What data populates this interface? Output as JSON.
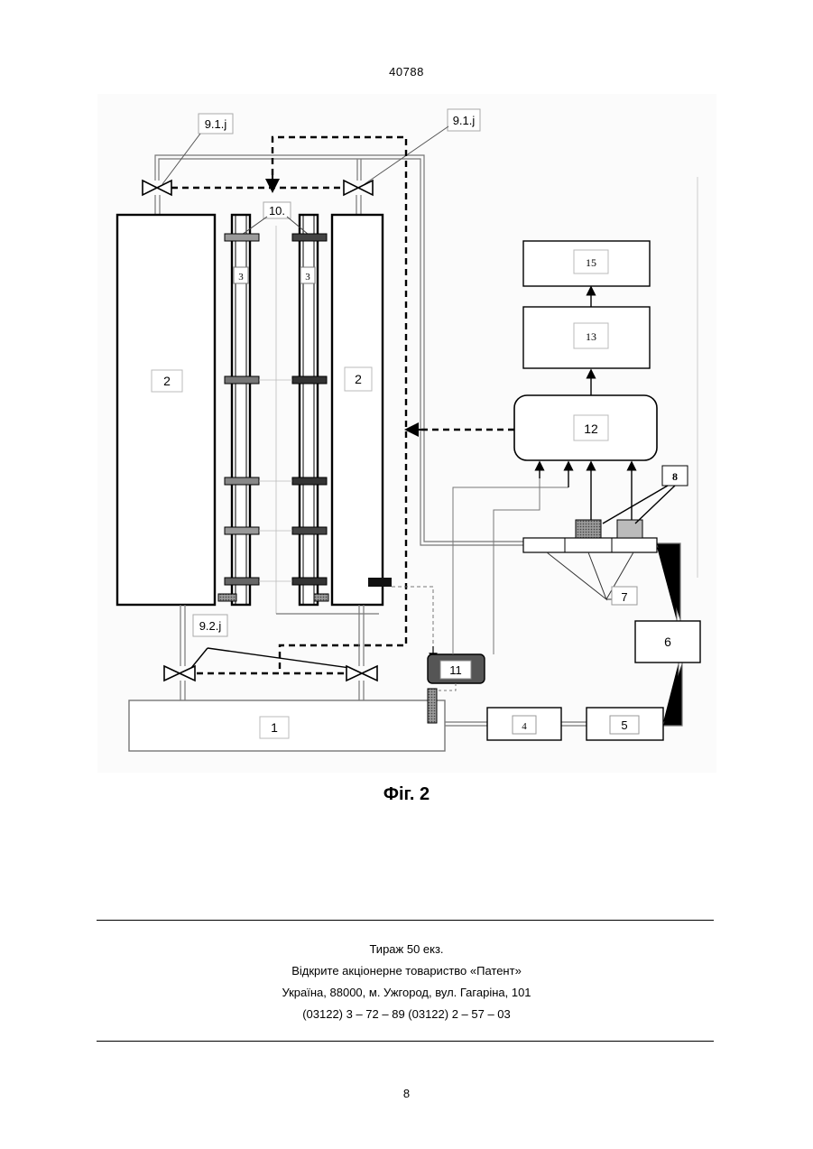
{
  "header": {
    "doc_number": "40788"
  },
  "figure": {
    "caption": "Фіг. 2",
    "labels": {
      "valve_top_left": "9.1.j",
      "valve_top_right": "9.1.j",
      "valve_bottom": "9.2.j",
      "sensors": "10.",
      "column_left": "2",
      "column_right": "2",
      "tube_left": "3",
      "tube_right": "3",
      "base": "1",
      "block_4": "4",
      "block_5": "5",
      "block_6": "6",
      "block_7": "7",
      "block_8": "8",
      "block_11": "11",
      "block_12": "12",
      "block_13": "13",
      "block_15": "15"
    }
  },
  "imprint": {
    "line1": "Тираж 50 екз.",
    "line2": "Відкрите акціонерне товариство «Патент»",
    "line3": "Україна, 88000, м. Ужгород, вул. Гагаріна, 101",
    "line4": "(03122) 3 – 72 – 89   (03122) 2 – 57 – 03"
  },
  "footer": {
    "page_number": "8"
  }
}
